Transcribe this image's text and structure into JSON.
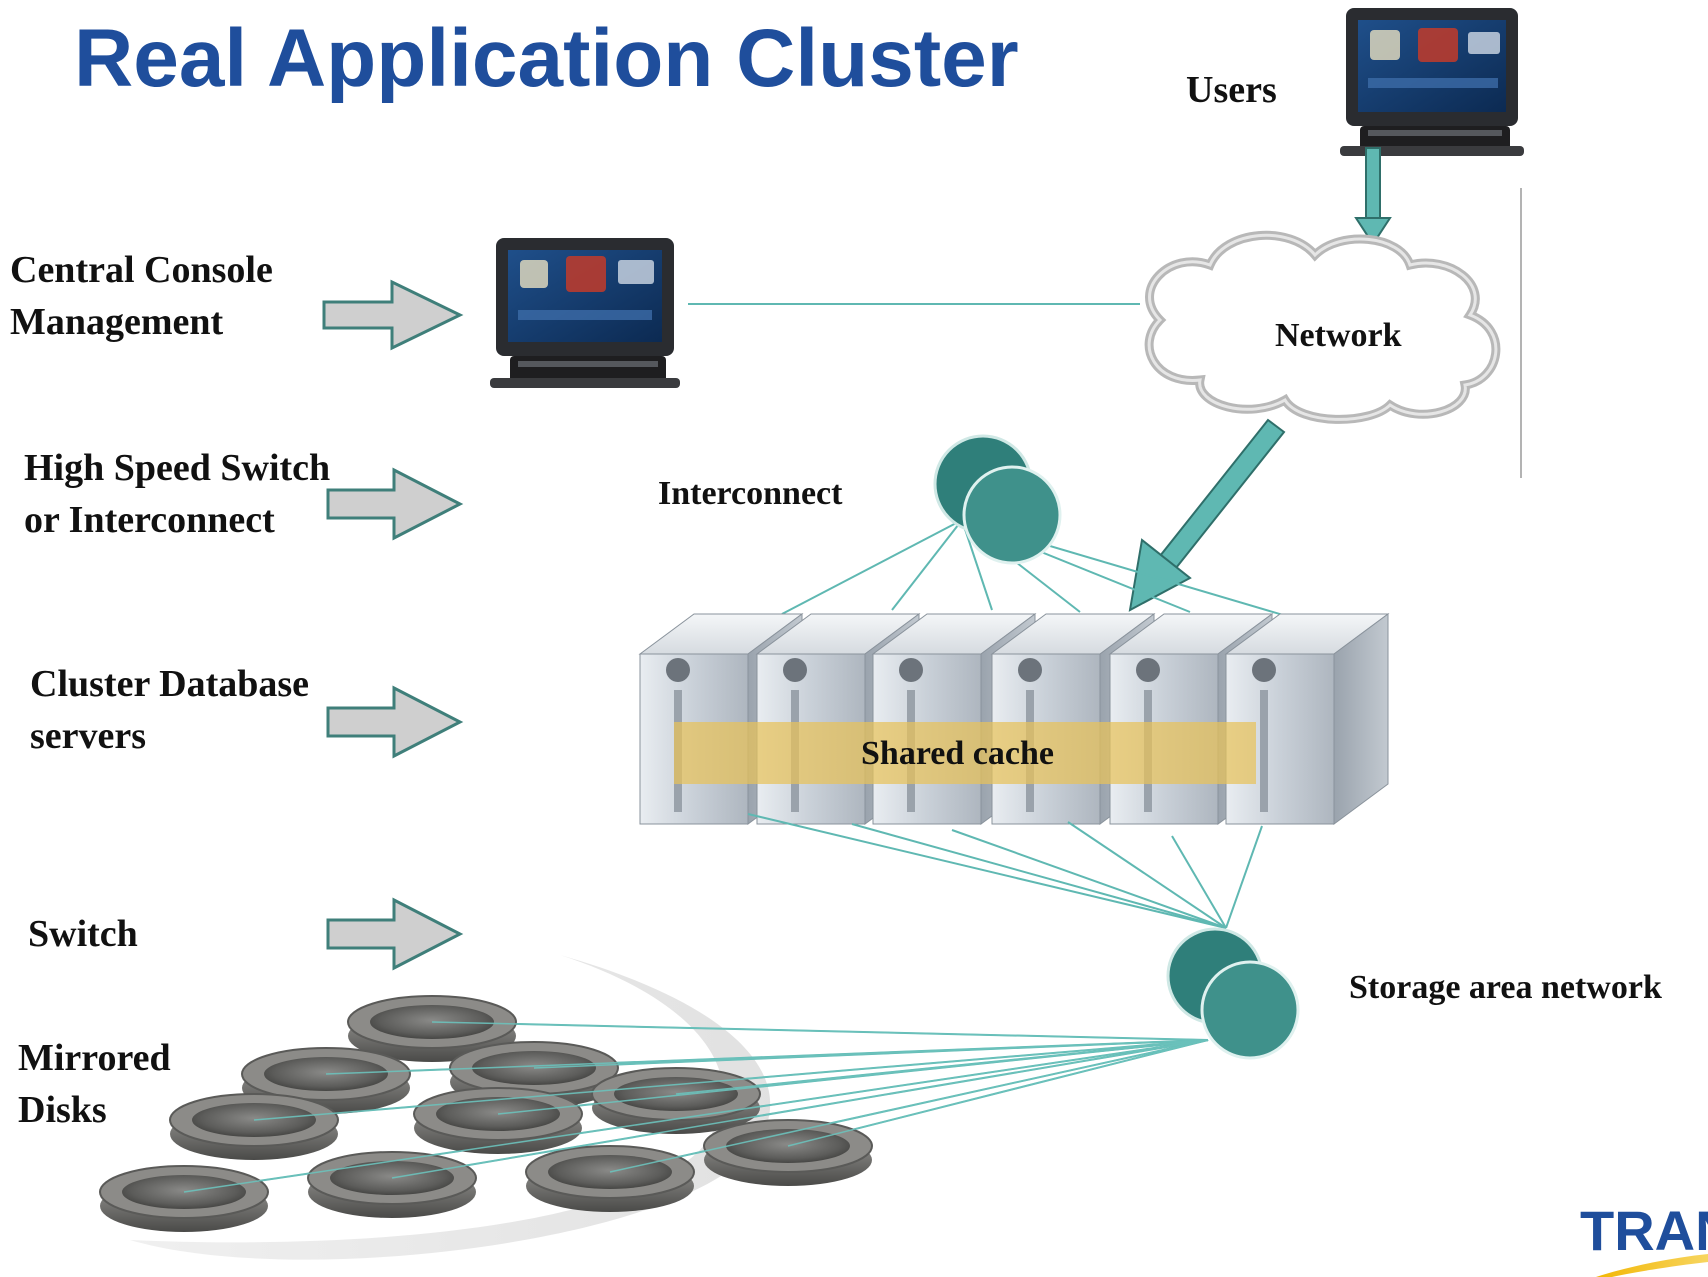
{
  "title": "Real Application Cluster",
  "labels": {
    "users": "Users",
    "network": "Network",
    "interconnect": "Interconnect",
    "shared_cache": "Shared cache",
    "storage_area_network": "Storage area network"
  },
  "left_labels": [
    {
      "lines": [
        "Central Console",
        "Management"
      ]
    },
    {
      "lines": [
        "High Speed Switch",
        "or Interconnect"
      ]
    },
    {
      "lines": [
        "Cluster Database",
        "servers"
      ]
    },
    {
      "lines": [
        "Switch"
      ]
    },
    {
      "lines": [
        "Mirrored",
        "Disks"
      ]
    }
  ],
  "brand_text": "TRAN",
  "colors": {
    "title": "#1f4e9c",
    "teal": "#3f8f8a",
    "teal_node": "#2f7f7a",
    "teal_line": "#5fb8b2",
    "arrow_fill": "#cfcfcf",
    "arrow_stroke": "#3f7f7a",
    "shared_cache_band": "#e8c25a"
  },
  "counts": {
    "servers": 6,
    "disks": 10
  }
}
